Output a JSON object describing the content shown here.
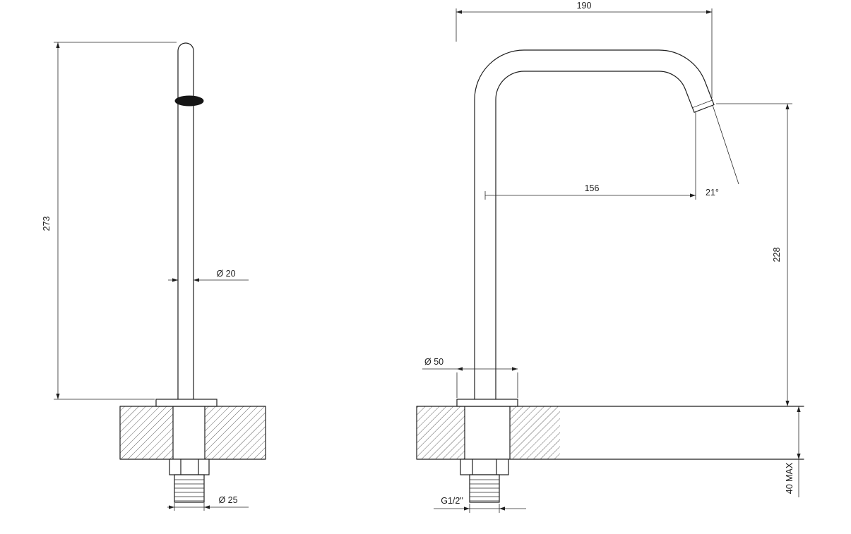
{
  "page": {
    "background": "#ffffff",
    "line_color": "#1f1f1f"
  },
  "drawing": {
    "front_view": {
      "dim_overall_height": "273",
      "dim_spout_diameter": "Ø 20",
      "dim_shank_diameter": "Ø 25"
    },
    "side_view": {
      "dim_overall_depth": "190",
      "dim_spout_reach": "156",
      "dim_spout_angle": "21°",
      "dim_spout_height": "228",
      "dim_flange_diameter": "Ø 50",
      "dim_inlet_thread": "G1/2\"",
      "dim_max_counter_thickness": "40 MAX"
    }
  }
}
